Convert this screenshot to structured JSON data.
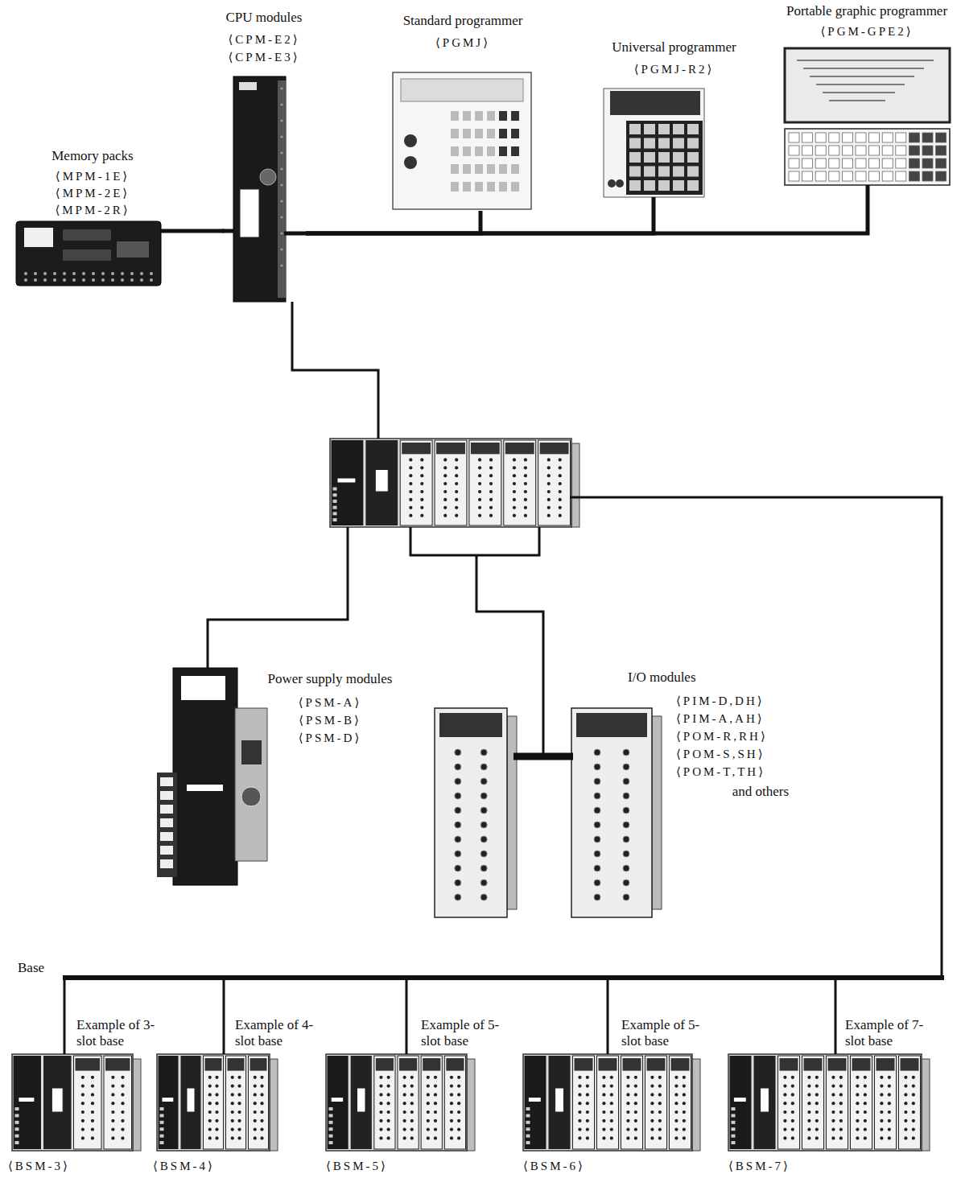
{
  "diagram": {
    "nodes": [
      {
        "text": [
          "Memory packs",
          "⟨MPM-1E⟩",
          "⟨MPM-2E⟩",
          "⟨MPM-2R⟩"
        ]
      },
      {
        "text": [
          "CPU modules",
          "⟨CPM-E2⟩",
          "⟨CPM-E3⟩"
        ]
      },
      {
        "text": [
          "Standard programmer",
          "⟨PGMJ⟩"
        ]
      },
      {
        "text": [
          "Universal programmer",
          "⟨PGMJ-R2⟩"
        ]
      },
      {
        "text": [
          "Portable graphic programmer",
          "⟨PGM-GPE2⟩"
        ]
      },
      {
        "text": [
          "Power supply modules",
          "⟨PSM-A⟩",
          "⟨PSM-B⟩",
          "⟨PSM-D⟩"
        ]
      },
      {
        "text": [
          "I/O modules",
          "⟨PIM-D,DH⟩",
          "⟨PIM-A,AH⟩",
          "⟨POM-R,RH⟩",
          "⟨POM-S,SH⟩",
          "⟨POM-T,TH⟩",
          "and others"
        ]
      },
      {
        "text": [
          "Example of 3-slot base",
          "⟨BSM-3⟩"
        ]
      },
      {
        "text": [
          "Example of 4-slot base",
          "⟨BSM-4⟩"
        ]
      },
      {
        "text": [
          "Example of 5-slot base",
          "⟨BSM-5⟩"
        ]
      },
      {
        "text": [
          "Example of 5-slot base",
          "⟨BSM-6⟩"
        ]
      },
      {
        "text": [
          "Example of 7-slot base",
          "⟨BSM-7⟩"
        ]
      }
    ],
    "edges": [
      {
        "from": 0,
        "to": 1,
        "arrow": "none"
      },
      {
        "from": 1,
        "to": 2,
        "arrow": "none"
      },
      {
        "from": 1,
        "to": 3,
        "arrow": "none"
      },
      {
        "from": 1,
        "to": 4,
        "arrow": "none"
      }
    ],
    "labels": [
      "Base"
    ]
  }
}
